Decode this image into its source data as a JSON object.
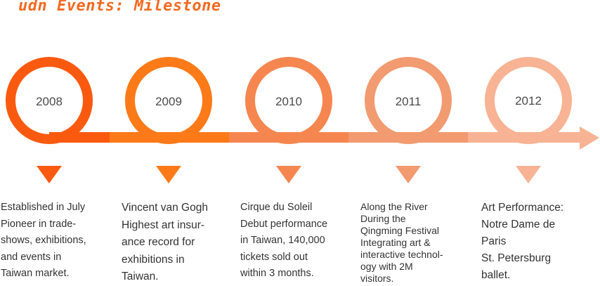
{
  "title": "udn Events: Milestone",
  "colors": {
    "title": "#f26a21",
    "milestones": [
      "#fa5a10",
      "#fc7a18",
      "#f58650",
      "#f29a70",
      "#f7b393"
    ]
  },
  "milestones": [
    {
      "year": "2008",
      "lines": [
        "Established in July",
        "Pioneer in trade-",
        "shows, exhibitions,",
        "and events in",
        "Taiwan market."
      ]
    },
    {
      "year": "2009",
      "lines": [
        "Vincent van Gogh",
        "Highest art insur-",
        "ance record for",
        "exhibitions in",
        "Taiwan."
      ]
    },
    {
      "year": "2010",
      "lines": [
        "Cirque du Soleil",
        "Debut performance",
        "in Taiwan, 140,000",
        "tickets sold out",
        "within 3 months."
      ]
    },
    {
      "year": "2011",
      "lines": [
        "Along the River",
        "During the",
        "Qingming Festival",
        "Integrating art &",
        "interactive technol-",
        "ogy with 2M",
        "visitors."
      ]
    },
    {
      "year": "2012",
      "lines": [
        "Art Performance:",
        "Notre Dame de",
        "Paris",
        "St. Petersburg",
        "ballet."
      ]
    }
  ]
}
